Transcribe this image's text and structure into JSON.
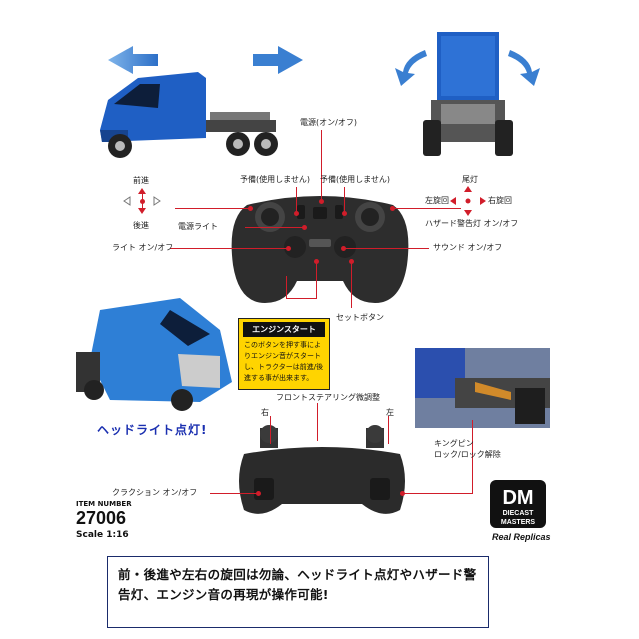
{
  "labels": {
    "power": "電源(オン/オフ)",
    "spare_left": "予備(使用しません)",
    "spare_right": "予備(使用しません)",
    "forward": "前進",
    "backward": "後進",
    "taillight": "尾灯",
    "left_turn": "左旋回",
    "right_turn": "右旋回",
    "hazard": "ハザード警告灯 オン/オフ",
    "power_light": "電源ライト",
    "light_toggle": "ライト オン/オフ",
    "sound_toggle": "サウンド オン/オフ",
    "set_button": "セットボタン",
    "front_steering": "フロントステアリング微調整",
    "right": "右",
    "left": "左",
    "horn": "クラクション オン/オフ",
    "kingpin": "キングピン\nロック/ロック解除"
  },
  "engine_start": {
    "title": "エンジンスタート",
    "text": "このボタンを押す事によりエンジン音がスタートし、トラクターは前進/後進する事が出来ます。"
  },
  "headlight_caption": "ヘッドライト点灯!",
  "item": {
    "number_label": "ITEM NUMBER",
    "number": "27006",
    "scale": "Scale 1:16"
  },
  "brand": {
    "logo_letters": "DM",
    "logo_line1": "DIECAST",
    "logo_line2": "MASTERS",
    "tagline": "Real Replicas"
  },
  "caption": "前・後進や左右の旋回は勿論、ヘッドライト点灯やハザード警告灯、エンジン音の再現が操作可能!",
  "colors": {
    "accent_red": "#d11d2a",
    "truck_blue": "#1f5fc4",
    "engine_box_yellow": "#ffd400",
    "arrow_blue": "#3a7fd1",
    "caption_border": "#1a2b6b"
  }
}
